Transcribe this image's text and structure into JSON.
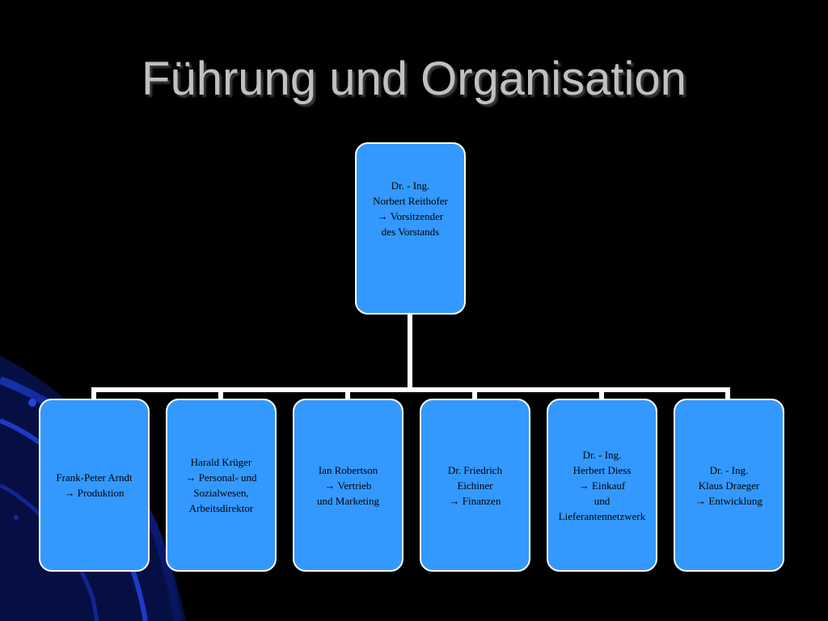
{
  "slide": {
    "title": "Führung und Organisation"
  },
  "chart": {
    "top": {
      "lines": [
        "Dr. - Ing.",
        "Norbert Reithofer",
        "→  Vorsitzender",
        "des Vorstands"
      ]
    },
    "members": [
      {
        "lines": [
          "Frank-Peter Arndt",
          "→ Produktion"
        ]
      },
      {
        "lines": [
          "Harald Krüger",
          "→ Personal- und",
          "Sozialwesen,",
          "Arbeitsdirektor"
        ]
      },
      {
        "lines": [
          "Ian Robertson",
          "→ Vertrieb",
          "und Marketing"
        ]
      },
      {
        "lines": [
          "Dr. Friedrich",
          "Eichiner",
          "→ Finanzen"
        ]
      },
      {
        "lines": [
          "Dr. - Ing.",
          "Herbert Diess",
          "→ Einkauf",
          "und",
          "Lieferantennetzwerk"
        ]
      },
      {
        "lines": [
          "Dr. - Ing.",
          "Klaus Draeger",
          "→ Entwicklung"
        ]
      }
    ]
  },
  "colors": {
    "background": "#000000",
    "box_fill": "#3399ff",
    "box_border": "#ffffff",
    "connector": "#ffffff",
    "title": "#c0c0c0"
  }
}
